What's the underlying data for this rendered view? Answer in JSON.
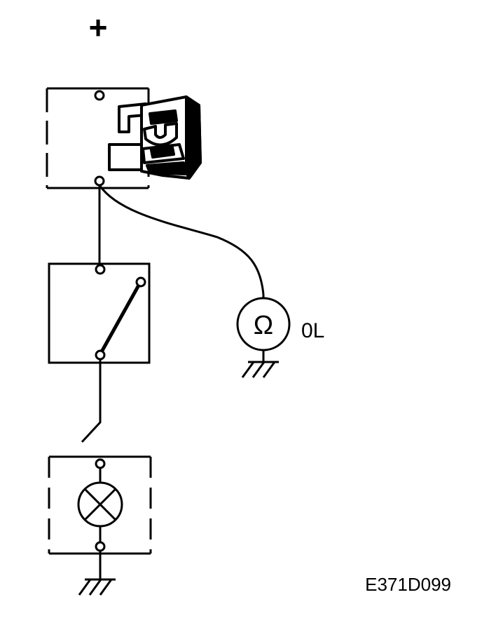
{
  "diagram": {
    "supply_symbol": "+",
    "meter_symbol": "Ω",
    "meter_reading": "0L",
    "figure_code": "E371D099",
    "components": [
      "fuse-holder-box",
      "blade-fuse",
      "switch-box",
      "lamp-box",
      "ohmmeter",
      "ground-symbol"
    ]
  }
}
